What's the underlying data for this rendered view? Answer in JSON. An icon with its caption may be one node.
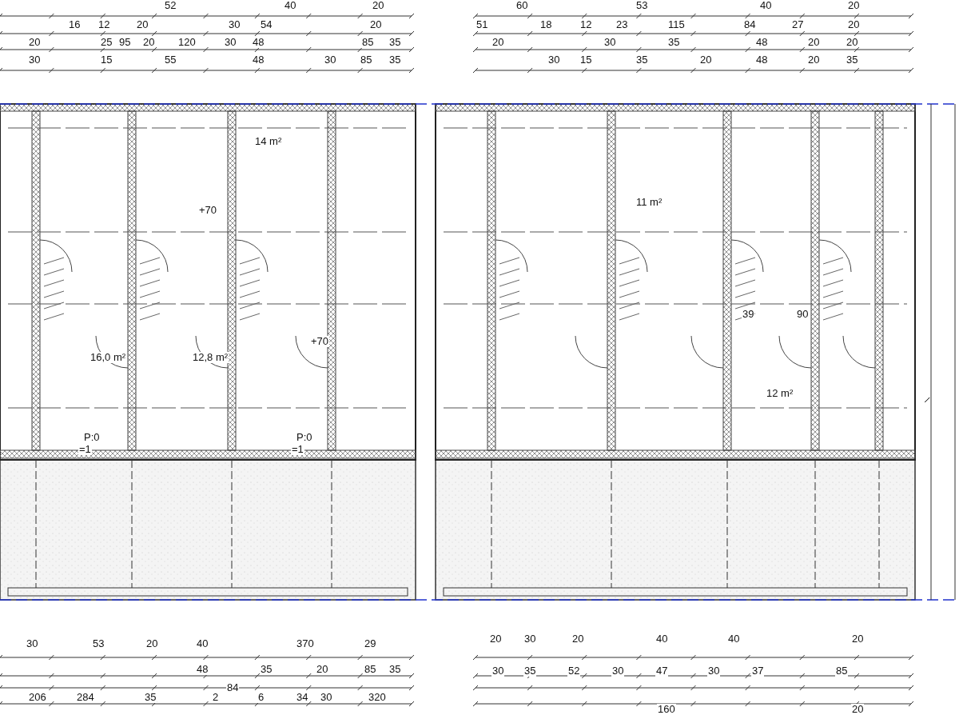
{
  "diagram": {
    "labels": [
      "52",
      "40",
      "20",
      "16",
      "12",
      "20",
      "30",
      "54",
      "20",
      "20",
      "25",
      "95",
      "20",
      "120",
      "30",
      "48",
      "85",
      "35",
      "30",
      "15",
      "55",
      "48",
      "30",
      "85",
      "35",
      "60",
      "53",
      "40",
      "20",
      "51",
      "18",
      "12",
      "23",
      "115",
      "84",
      "27",
      "20",
      "20",
      "30",
      "35",
      "48",
      "20",
      "20",
      "30",
      "15",
      "35",
      "20",
      "48",
      "20",
      "35",
      "14 m²",
      "16,0 m²",
      "12,8 m²",
      "P:0",
      "=1",
      "P:0",
      "=1",
      "+70",
      "+70",
      "11 m²",
      "12 m²",
      "39",
      "90",
      "30",
      "53",
      "20",
      "40",
      "370",
      "29",
      "48",
      "35",
      "20",
      "85",
      "35",
      "206",
      "284",
      "35",
      "2",
      "84",
      "6",
      "34",
      "30",
      "320",
      "20",
      "30",
      "20",
      "40",
      "40",
      "20",
      "30",
      "35",
      "52",
      "30",
      "47",
      "30",
      "37",
      "85",
      "160",
      "20"
    ]
  }
}
